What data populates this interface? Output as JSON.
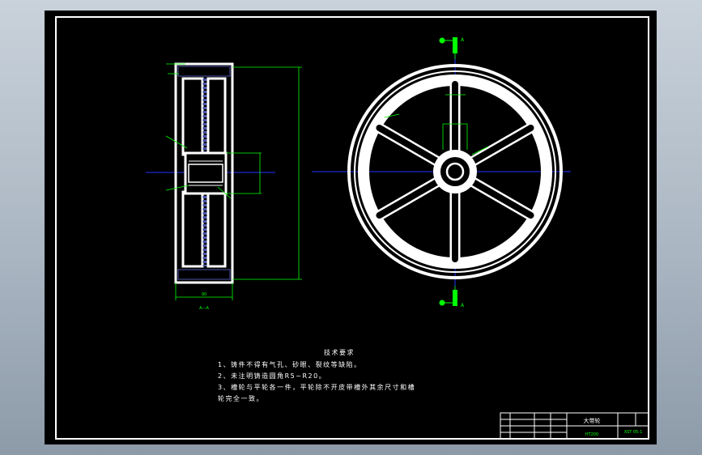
{
  "technical_requirements": {
    "title": "技术要求",
    "items": [
      "1、铸件不得有气孔、砂眼、裂纹等缺陷。",
      "2、未注明铸造圆角R5~R20。",
      "3、槽轮与平轮各一件，平轮除不开皮带槽外其余尺寸和槽",
      "轮完全一致。"
    ]
  },
  "title_block": {
    "part_name": "大带轮",
    "drawing_number": "XST 05-1",
    "material": "HT200"
  },
  "section_view": {
    "label": "A—A",
    "width_dim": "90"
  },
  "section_marker": "A",
  "colors": {
    "background": "#000000",
    "outline": "#ffffff",
    "dimension": "#00ff00",
    "centerline": "#0000ff",
    "hatch": "#4b55a8"
  }
}
